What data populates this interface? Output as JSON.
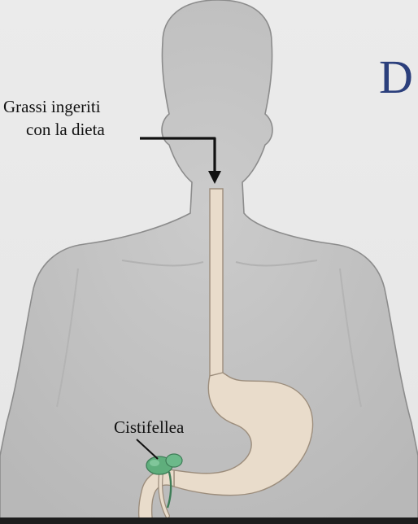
{
  "labels": {
    "fat_line1": "Grassi ingeriti",
    "fat_line2": "con la dieta",
    "gallbladder": "Cistifellea"
  },
  "heading": {
    "letter": "D"
  },
  "colors": {
    "background": "#e9e9e9",
    "body": "#c4c4c4",
    "body_outline": "#8c8c8c",
    "digestive_tract": "#e9dccb",
    "digestive_outline": "#9c8d7c",
    "gallbladder": "#5fae7c",
    "heading": "#2b3f7c",
    "arrow": "#111111"
  },
  "icons": {
    "arrow": "arrow-down-icon"
  }
}
